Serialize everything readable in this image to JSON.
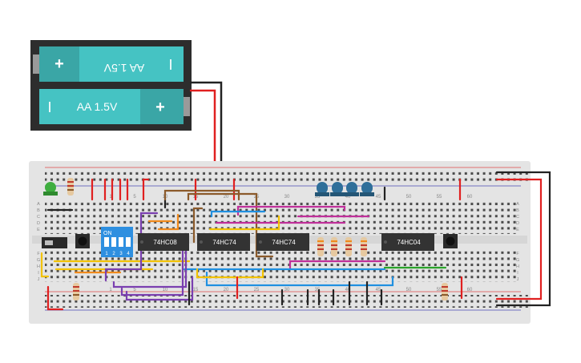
{
  "battery": {
    "cells": [
      {
        "label": "AA 1.5V",
        "plus": "+",
        "minus": "I",
        "flipped": true
      },
      {
        "label": "AA 1.5V",
        "plus": "+",
        "minus": "I",
        "flipped": false
      }
    ]
  },
  "breadboard": {
    "row_letters": [
      "A",
      "B",
      "C",
      "D",
      "E",
      "F",
      "G",
      "H",
      "I",
      "J"
    ],
    "column_numbers": [
      "1",
      "5",
      "10",
      "15",
      "20",
      "25",
      "30",
      "35",
      "40",
      "45",
      "50",
      "55",
      "60"
    ]
  },
  "chips": [
    {
      "id": "chip-74hc08",
      "label": "74HC08"
    },
    {
      "id": "chip-74hc74-a",
      "label": "74HC74"
    },
    {
      "id": "chip-74hc74-b",
      "label": "74HC74"
    },
    {
      "id": "chip-74hc04",
      "label": "74HC04"
    }
  ],
  "dip_switch": {
    "label": "ON",
    "positions": [
      "1",
      "2",
      "3",
      "4"
    ]
  },
  "colors": {
    "board": "#e4e4e4",
    "battery_cell": "#45c3c3",
    "battery_cap": "#3aa6a6",
    "chip": "#333333",
    "dip": "#2e8fe0",
    "led_blue": "#2f6f9a",
    "led_green": "#3fae3f",
    "wire_red": "#e02020",
    "wire_black": "#222222"
  }
}
